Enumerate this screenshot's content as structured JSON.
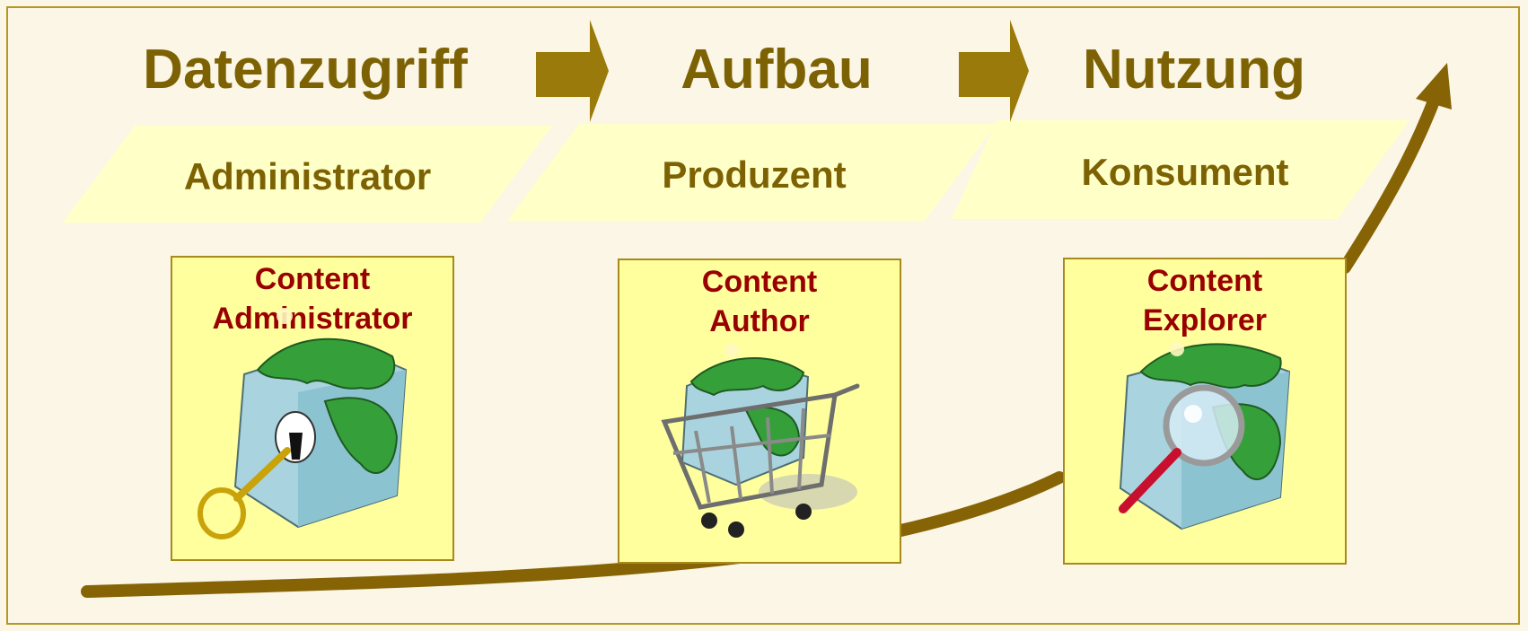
{
  "stages": [
    {
      "title": "Datenzugriff",
      "role": "Administrator",
      "card_line1": "Content",
      "card_line2": "Administrator",
      "icon": "globe-cube-key-icon"
    },
    {
      "title": "Aufbau",
      "role": "Produzent",
      "card_line1": "Content",
      "card_line2": "Author",
      "icon": "globe-cube-cart-icon"
    },
    {
      "title": "Nutzung",
      "role": "Konsument",
      "card_line1": "Content",
      "card_line2": "Explorer",
      "icon": "globe-cube-magnifier-icon"
    }
  ],
  "colors": {
    "background": "#fbf6e6",
    "accent": "#7d6203",
    "band": "#ffffc8",
    "card": "#ffff9e",
    "card_title": "#990000",
    "frame": "#b59620"
  }
}
